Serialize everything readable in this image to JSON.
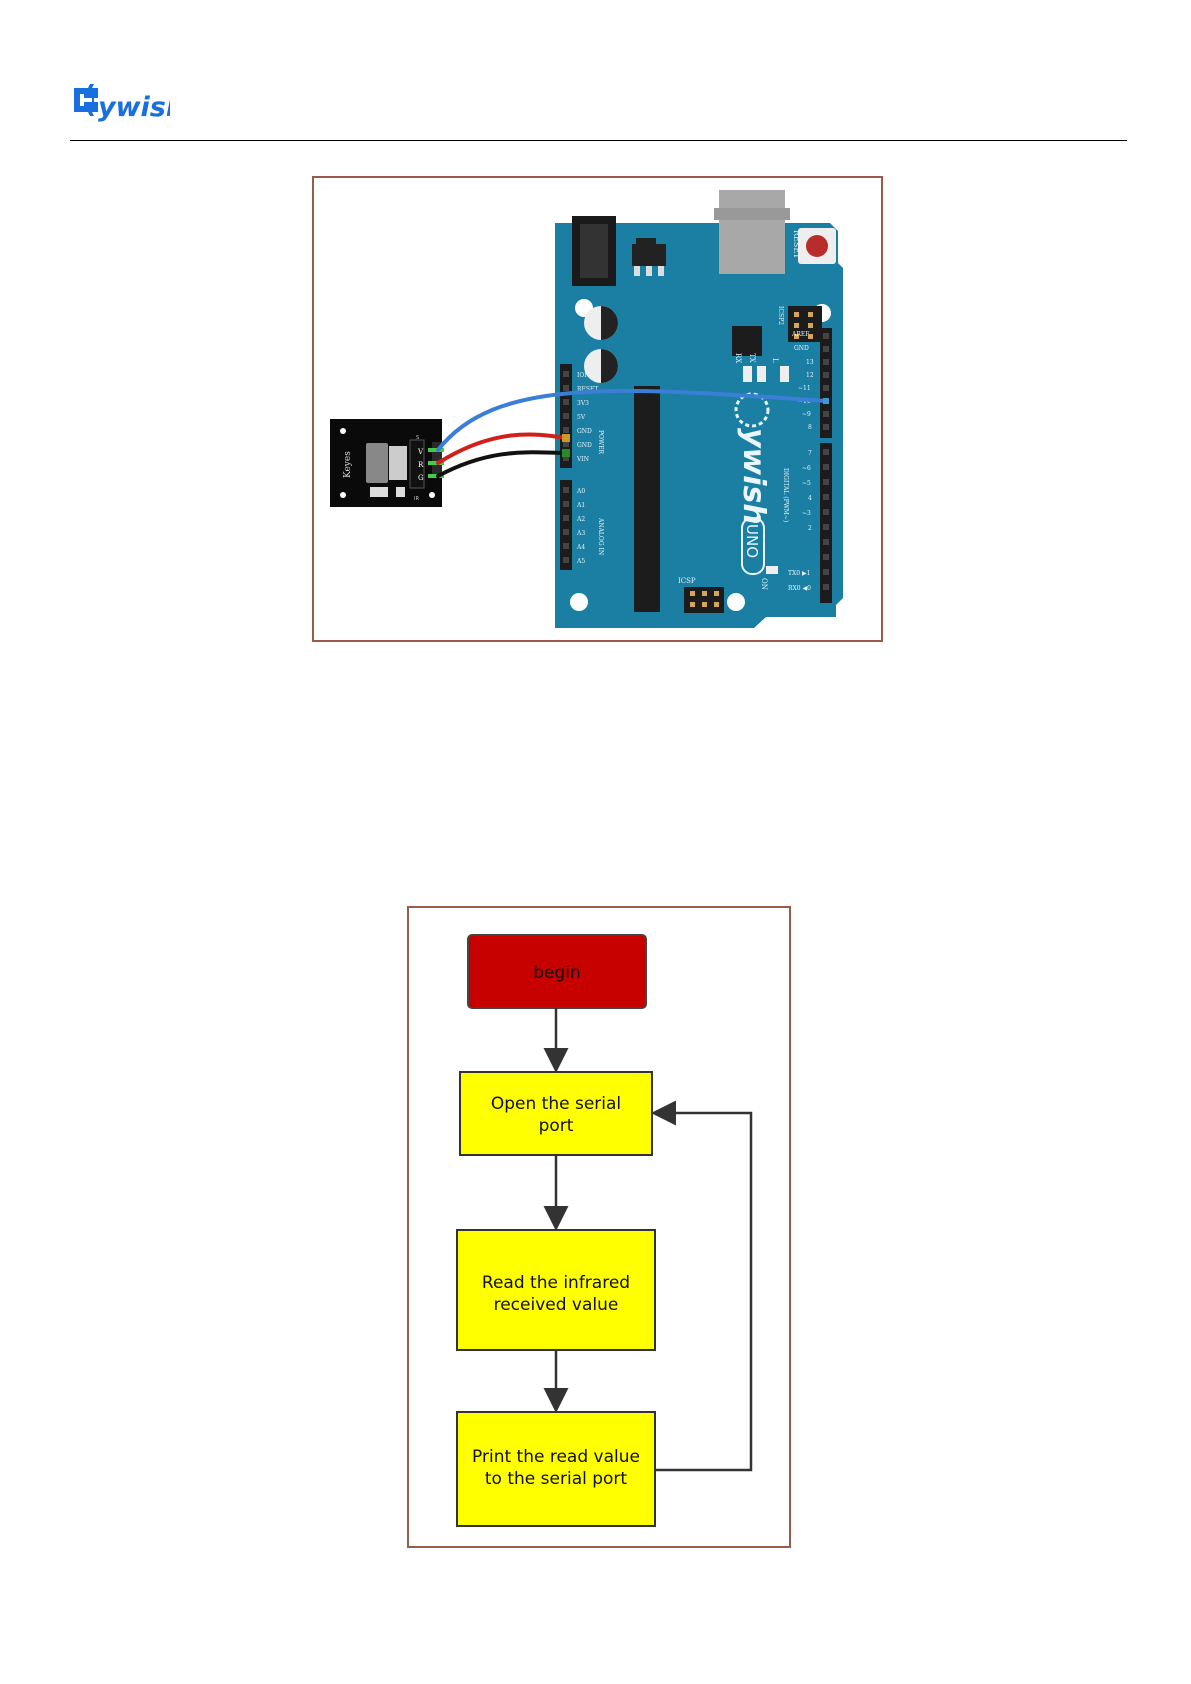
{
  "header": {
    "logo_text": "ywish"
  },
  "wiring_diagram": {
    "ir_module": {
      "brand": "Keyes",
      "pin_labels": [
        "V",
        "R",
        "G"
      ],
      "bottom_label": "IR",
      "top_label": "S"
    },
    "board": {
      "brand": "ywish",
      "model": "UNO",
      "labels": {
        "reset": "RESET",
        "icsp2": "ICSP2",
        "icsp": "ICSP",
        "aref": "AREF",
        "gnd": "GND",
        "rx": "RX",
        "tx": "TX",
        "l": "L",
        "on": "ON",
        "digital": "DIGITAL (PWM~)",
        "analog": "ANALOG IN",
        "power": "POWER"
      },
      "power_pins": [
        "IOREF",
        "RESET",
        "3V3",
        "5V",
        "GND",
        "GND",
        "VIN"
      ],
      "analog_pins": [
        "A0",
        "A1",
        "A2",
        "A3",
        "A4",
        "A5"
      ],
      "digital_pins_top": [
        "13",
        "12",
        "~11",
        "~10",
        "~9",
        "8"
      ],
      "digital_pins_bottom": [
        "7",
        "~6",
        "~5",
        "4",
        "~3",
        "2",
        "TX0 ▶1",
        "RX0 ◀0"
      ]
    },
    "wire_colors": {
      "signal": "#3a7ed6",
      "vcc": "#d0201c",
      "gnd": "#111111"
    }
  },
  "flowchart": {
    "nodes": [
      {
        "lines": [
          "begin"
        ],
        "fill": "#c70000"
      },
      {
        "lines": [
          "Open the serial",
          "port"
        ],
        "fill": "#ffff00"
      },
      {
        "lines": [
          "Read the infrared",
          "received value"
        ],
        "fill": "#ffff00"
      },
      {
        "lines": [
          "Print the read value",
          "to the serial port"
        ],
        "fill": "#ffff00"
      }
    ]
  }
}
